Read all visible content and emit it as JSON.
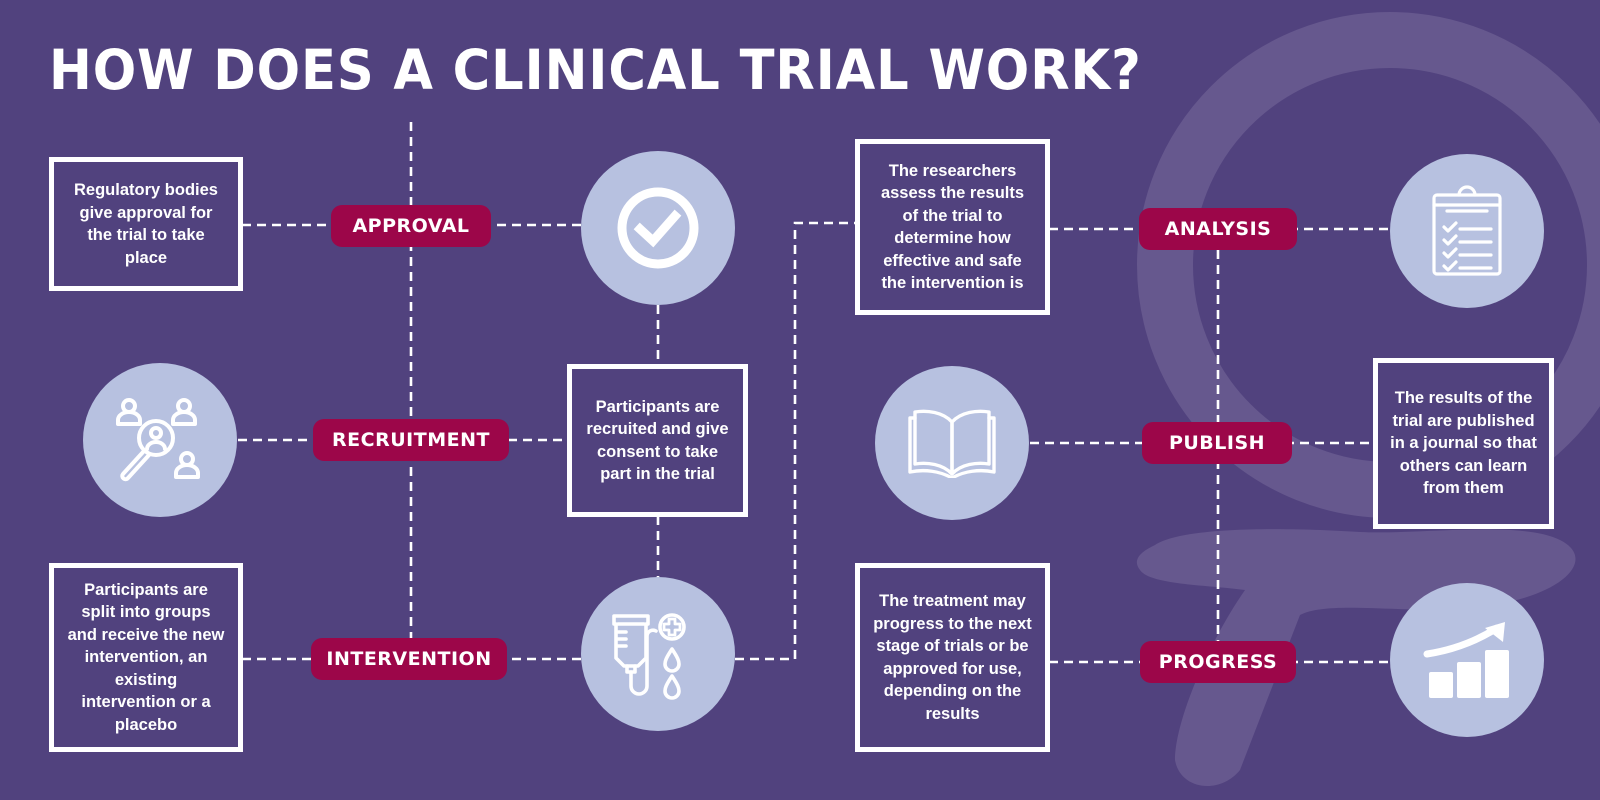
{
  "title": "HOW DOES A CLINICAL TRIAL WORK?",
  "colors": {
    "background": "#51427e",
    "decoration": "#66588e",
    "label_pill": "#9c0649",
    "icon_circle": "#b7c1e0",
    "text": "#ffffff"
  },
  "steps": [
    {
      "label": "APPROVAL",
      "description": "Regulatory bodies give approval for the trial to take place",
      "icon": "check-circle-icon"
    },
    {
      "label": "RECRUITMENT",
      "description": "Participants are recruited and give consent to take part in the trial",
      "icon": "people-search-icon"
    },
    {
      "label": "INTERVENTION",
      "description": "Participants are split into groups and receive the new intervention, an existing intervention or a placebo",
      "icon": "iv-drip-icon"
    },
    {
      "label": "ANALYSIS",
      "description": "The researchers assess the results of the trial to determine how effective and safe the intervention is",
      "icon": "clipboard-checklist-icon"
    },
    {
      "label": "PUBLISH",
      "description": "The results of the trial are published in a journal so that others can learn from them",
      "icon": "open-book-icon"
    },
    {
      "label": "PROGRESS",
      "description": "The treatment may progress to the next stage of trials or be approved for use, depending on the results",
      "icon": "growth-chart-icon"
    }
  ]
}
